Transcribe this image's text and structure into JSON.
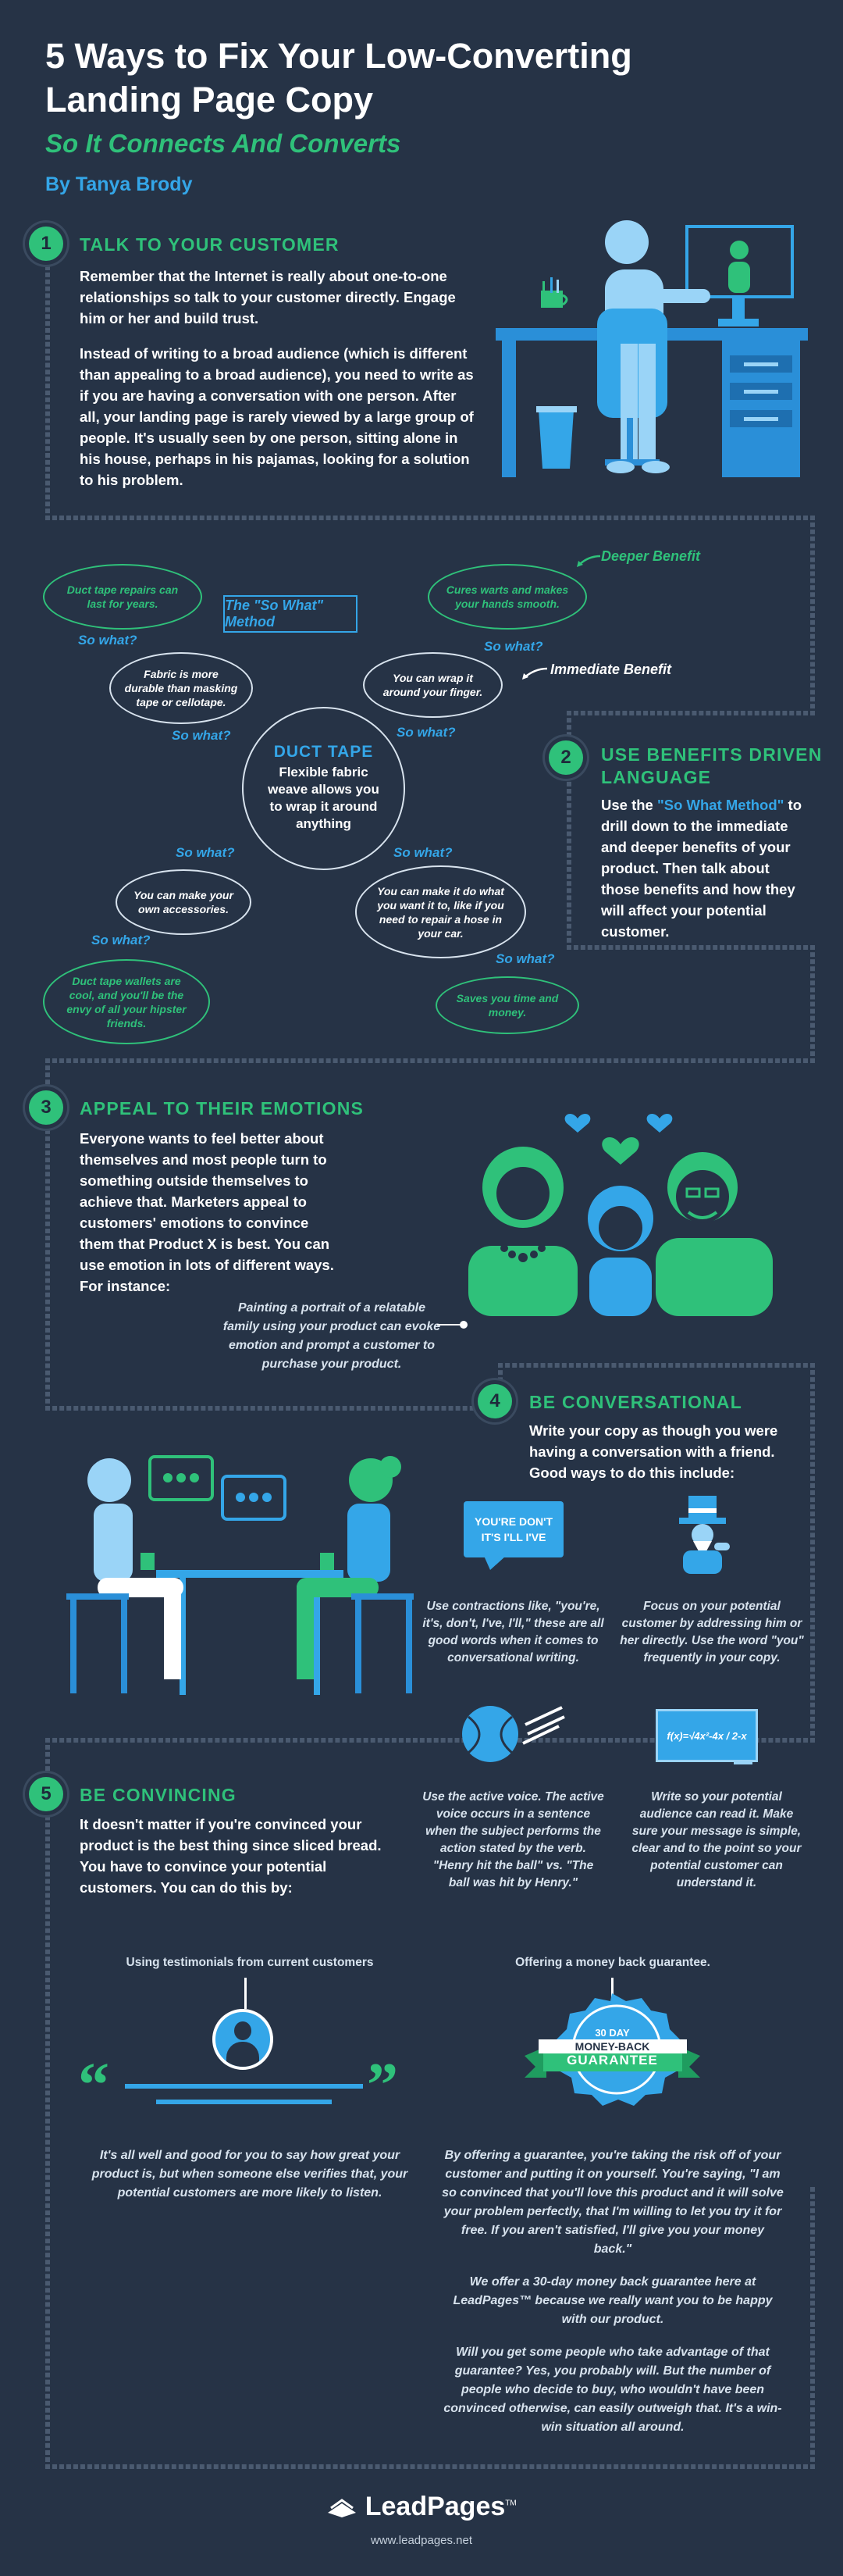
{
  "header": {
    "title_line1": "5 Ways to Fix Your Low-Converting",
    "title_line2": "Landing Page Copy",
    "subtitle": "So It Connects And Converts",
    "author": "By Tanya Brody"
  },
  "s1": {
    "num": "1",
    "heading": "TALK TO YOUR CUSTOMER",
    "p1": "Remember that the Internet is really about one-to-one relationships so talk to your customer directly. Engage him or her and build trust.",
    "p2": "Instead of writing to a broad audience (which is different than appealing to a broad audience), you need to write as if you are having a conversation with one person. After all, your landing page is rarely viewed by a large group of people. It's usually seen by one person, sitting alone in his house, perhaps in his pajamas, looking for a solution to his problem."
  },
  "sowhat": {
    "method_label": "The \"So What\" Method",
    "center_title": "DUCT TAPE",
    "center_text": "Flexible fabric weave allows you to wrap it around anything",
    "so_what": "So what?",
    "tl_outer": "Duct tape repairs can last for years.",
    "tl_inner": "Fabric is more durable than masking tape or cellotape.",
    "tr_outer": "Cures warts and makes your hands smooth.",
    "tr_inner": "You can wrap it around your finger.",
    "bl_inner": "You can make your own accessories.",
    "bl_outer": "Duct tape wallets are cool, and you'll be the envy of all your hipster friends.",
    "br_inner": "You can make it do what you want it to, like if you need to repair a hose in your car.",
    "br_outer": "Saves you time and money.",
    "deeper": "Deeper Benefit",
    "immediate": "Immediate Benefit"
  },
  "s2": {
    "num": "2",
    "heading_line1": "USE BENEFITS DRIVEN",
    "heading_line2": "LANGUAGE",
    "text_before": "Use the ",
    "text_highlight": "\"So What Method\"",
    "text_after": " to drill down to the immediate and deeper benefits of your product. Then talk about those benefits and how they will affect your potential customer."
  },
  "s3": {
    "num": "3",
    "heading": "APPEAL TO THEIR EMOTIONS",
    "text": "Everyone wants to feel better about themselves and most people turn to something outside themselves to achieve that. Marketers appeal to customers' emotions to convince them that Product X is best. You can use emotion in lots of different ways. For instance:",
    "caption": "Painting a portrait of a relatable family using your product can evoke emotion and prompt a customer to purchase your product."
  },
  "s4": {
    "num": "4",
    "heading": "BE CONVERSATIONAL",
    "text": "Write your copy as though you were having a conversation with a friend. Good ways to do this include:",
    "bubble_text": "YOU'RE DON'T IT'S I'LL I'VE",
    "tip1": "Use contractions like, \"you're, it's, don't, I've, I'll,\" these are all good words when it comes to conversational writing.",
    "tip2": "Focus on your potential customer by addressing him or her directly. Use the word \"you\" frequently in your copy.",
    "tip3": "Use the active voice. The active voice occurs in a sentence when the subject performs the action stated by the verb. \"Henry hit the ball\" vs. \"The ball was hit by Henry.\"",
    "tip4": "Write so your potential audience can read it. Make sure your message is simple, clear and to the point so your potential customer can understand it.",
    "formula": "f(x)=√4x²-4x / 2-x"
  },
  "s5": {
    "num": "5",
    "heading": "BE CONVINCING",
    "text": "It doesn't matter if you're convinced your product is the best thing since sliced bread. You have to convince your potential customers. You can do this by:",
    "test_label": "Using testimonials from current customers",
    "money_label": "Offering a money back guarantee.",
    "badge_top": "30 DAY",
    "badge_mid": "MONEY-BACK",
    "badge_bottom": "GUARANTEE",
    "test_text": "It's all well and good for you to say how great your product is, but when someone else verifies that, your potential customers are more likely to listen.",
    "money_p1": "By offering a guarantee, you're taking the risk off of your customer and putting it on yourself. You're saying, \"I am so convinced that you'll love this product and it will solve your problem perfectly, that I'm willing to let you try it for free. If you aren't satisfied, I'll give you your money back.\"",
    "money_p2": "We offer a 30-day money back guarantee here at LeadPages™ because we really want you to be happy with our product.",
    "money_p3": "Will you get some people who take advantage of that guarantee? Yes, you probably will. But the number of people who decide to buy, who wouldn't have been convinced otherwise, can easily outweigh that. It's a win-win situation all around."
  },
  "footer": {
    "logo": "LeadPages",
    "tm": "TM",
    "url": "www.leadpages.net"
  },
  "colors": {
    "background": "#263346",
    "green": "#2fc17a",
    "blue": "#34a6e8"
  }
}
